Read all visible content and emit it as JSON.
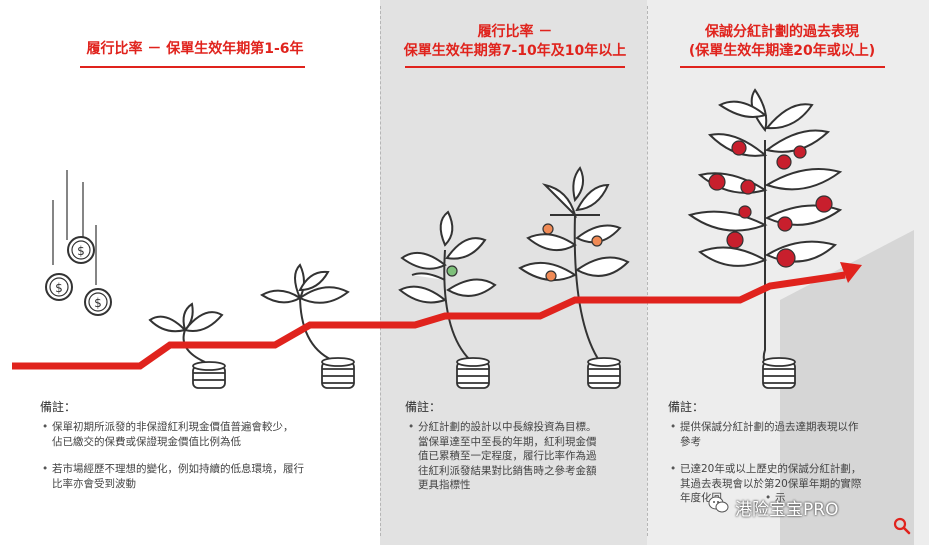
{
  "panel1": {
    "heading": "履行比率 － 保單生效年期第1-6年",
    "notes_title": "備註：",
    "bullets": [
      "保單初期所派發的非保證紅利現金價值普遍會較少，\n佔已繳交的保費或保證現金價值比例為低",
      "若市場經歷不理想的變化，例如持續的低息環境，履行\n比率亦會受到波動"
    ]
  },
  "panel2": {
    "heading_line1": "履行比率 －",
    "heading_line2": "保單生效年期第7-10年及10年以上",
    "notes_title": "備註：",
    "bullets": [
      "分紅計劃的設計以中長線投資為目標。\n當保單達至中至長的年期，紅利現金價\n值已累積至一定程度，履行比率作為過\n往紅利派發結果對比銷售時之參考金額\n更具指標性"
    ]
  },
  "panel3": {
    "heading_line1": "保誠分紅計劃的過去表現",
    "heading_line2": "(保單生效年期達20年或以上)",
    "notes_title": "備註：",
    "bullets": [
      "提供保誠分紅計劃的過去達期表現以作\n參考",
      "已達20年或以上歷史的保誠分紅計劃，\n其過去表現會以於第20保單年期的實際\n年度化回"
    ],
    "trailing_text": "示"
  },
  "watermark": {
    "text": "港险宝宝PRO"
  },
  "colors": {
    "accent": "#e0231d",
    "panel2_bg": "#e2e2e2",
    "panel3_bg": "#ededed"
  },
  "icons": [
    "coin-icon",
    "sprout-icon",
    "tree-icon",
    "fruit-icon",
    "arrow-icon",
    "wechat-icon",
    "search-icon"
  ]
}
